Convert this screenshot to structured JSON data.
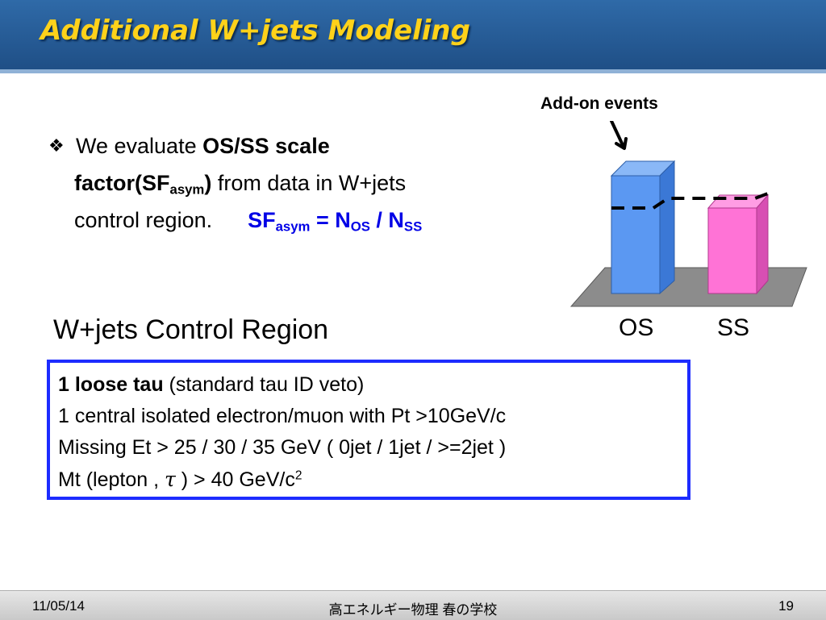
{
  "slide": {
    "title": "Additional W+jets Modeling"
  },
  "bullet": {
    "marker": "❖",
    "text_1": "We evaluate ",
    "bold_1": "OS/SS scale",
    "bold_2": "factor(SF",
    "bold_2_sub": "asym",
    "bold_2_end": ")",
    "text_2": " from data in W+jets",
    "text_3": "control region.",
    "formula": {
      "sf": "SF",
      "sf_sub": "asym",
      "eq": " = N",
      "n_os_sub": "OS",
      "slash": " / N",
      "n_ss_sub": "SS"
    }
  },
  "figure": {
    "annotation": "Add-on events",
    "os_label": "OS",
    "ss_label": "SS",
    "colors": {
      "os_bar": "#5b98f2",
      "ss_bar": "#ff73d6",
      "base": "#8c8c8c"
    }
  },
  "section": {
    "title": "W+jets Control Region"
  },
  "criteria": {
    "line1_bold": "1 loose tau",
    "line1_rest": " (standard tau ID veto)",
    "line2": "1 central isolated electron/muon with Pt >10GeV/c",
    "line3": "Missing Et > 25 / 30 / 35 GeV ( 0jet / 1jet / >=2jet )",
    "line4_a": "Mt (lepton ,  ",
    "line4_tau": "τ",
    "line4_b": " ) > 40 GeV/c",
    "line4_sup": "2"
  },
  "footer": {
    "date": "11/05/14",
    "center": "高エネルギー物理 春の学校",
    "page": "19"
  }
}
